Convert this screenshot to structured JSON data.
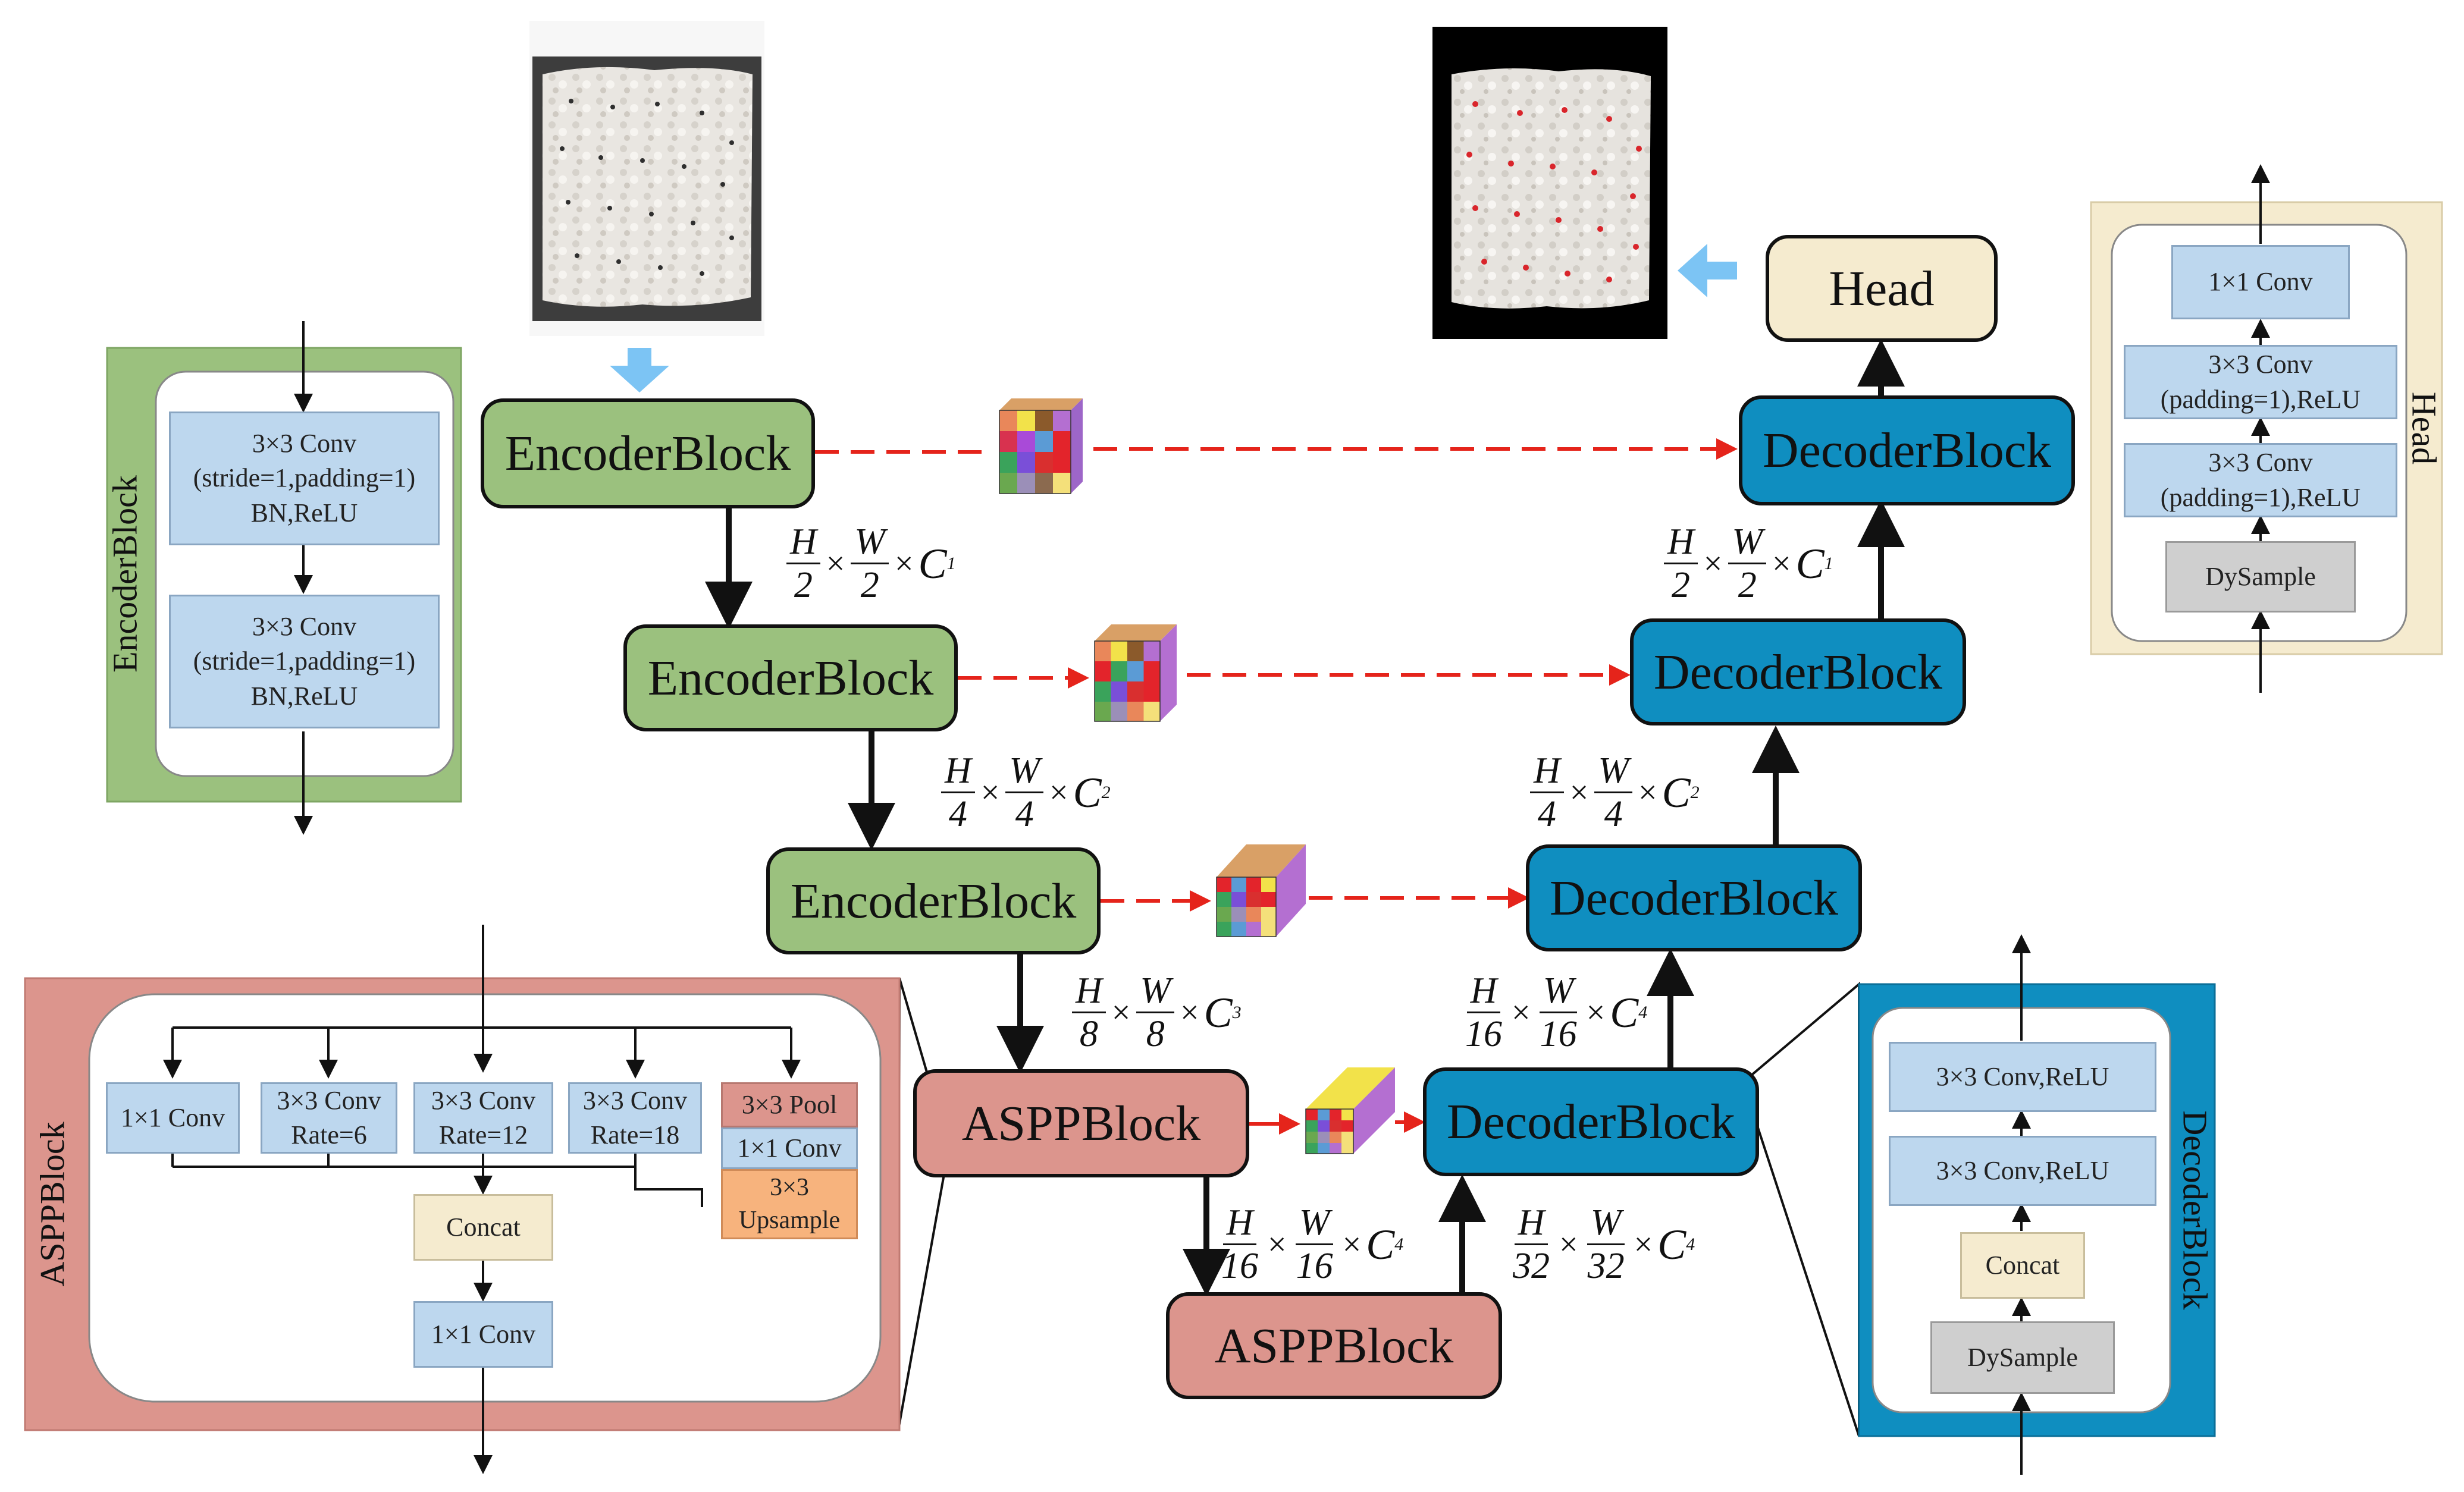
{
  "main": {
    "encoder_blocks": [
      "EncoderBlock",
      "EncoderBlock",
      "EncoderBlock"
    ],
    "aspp_blocks": [
      "ASPPBlock",
      "ASPPBlock"
    ],
    "decoder_blocks": [
      "DecoderBlock",
      "DecoderBlock",
      "DecoderBlock",
      "DecoderBlock"
    ],
    "head": "Head"
  },
  "dims": {
    "d1": {
      "h": "H",
      "w": "W",
      "hd": "2",
      "wd": "2",
      "c": "C",
      "sub": "1"
    },
    "d2": {
      "h": "H",
      "w": "W",
      "hd": "4",
      "wd": "4",
      "c": "C",
      "sub": "2"
    },
    "d3": {
      "h": "H",
      "w": "W",
      "hd": "8",
      "wd": "8",
      "c": "C",
      "sub": "3"
    },
    "d4": {
      "h": "H",
      "w": "W",
      "hd": "16",
      "wd": "16",
      "c": "C",
      "sub": "4"
    },
    "d5": {
      "h": "H",
      "w": "W",
      "hd": "32",
      "wd": "32",
      "c": "C",
      "sub": "4"
    },
    "times": "×"
  },
  "encoder_detail": {
    "title": "EncoderBlock",
    "conv1": "3×3 Conv\n(stride=1,padding=1)\nBN,ReLU",
    "conv2": "3×3 Conv\n(stride=1,padding=1)\nBN,ReLU"
  },
  "head_detail": {
    "title": "Head",
    "layers": [
      "1×1 Conv",
      "3×3 Conv\n(padding=1),ReLU",
      "3×3 Conv\n(padding=1),ReLU",
      "DySample"
    ]
  },
  "aspp_detail": {
    "title": "ASPPBlock",
    "branches": [
      "1×1 Conv",
      "3×3 Conv\nRate=6",
      "3×3 Conv\nRate=12",
      "3×3 Conv\nRate=18"
    ],
    "pool": "3×3 Pool",
    "pool_conv": "1×1 Conv",
    "upsample": "3×3\nUpsample",
    "concat": "Concat",
    "out_conv": "1×1 Conv"
  },
  "decoder_detail": {
    "title": "DecoderBlock",
    "layers": [
      "3×3 Conv,ReLU",
      "3×3 Conv,ReLU",
      "Concat",
      "DySample"
    ]
  },
  "colors": {
    "encoder": "#9bc17e",
    "decoder": "#0f8ec0",
    "aspp": "#dc958d",
    "head": "#f5ebcf",
    "skip_arrow": "#e5241b",
    "io_arrow": "#7cc4f4"
  }
}
